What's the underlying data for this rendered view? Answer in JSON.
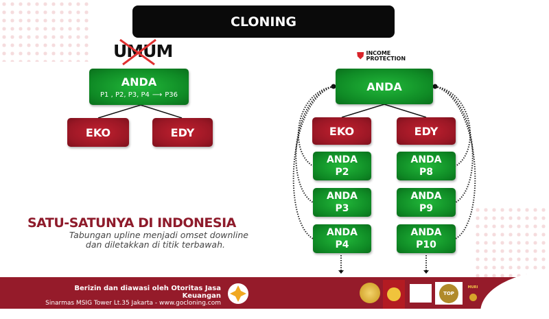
{
  "title": "CLONING",
  "left": {
    "crossed_label": "UMUM",
    "root": {
      "label": "ANDA",
      "sub": "P1 , P2, P3, P4",
      "target": "P36"
    },
    "children": [
      "EKO",
      "EDY"
    ]
  },
  "right": {
    "badge": {
      "line1": "INCOME",
      "line2": "PROTECTION"
    },
    "root": "ANDA",
    "children": [
      "EKO",
      "EDY"
    ],
    "col1": [
      {
        "l1": "ANDA",
        "l2": "P2"
      },
      {
        "l1": "ANDA",
        "l2": "P3"
      },
      {
        "l1": "ANDA",
        "l2": "P4"
      }
    ],
    "col2": [
      {
        "l1": "ANDA",
        "l2": "P8"
      },
      {
        "l1": "ANDA",
        "l2": "P9"
      },
      {
        "l1": "ANDA",
        "l2": "P10"
      }
    ]
  },
  "tagline": {
    "heading": "SATU-SATUNYA DI INDONESIA",
    "line1": "Tabungan upline menjadi omset downline",
    "line2": "dan diletakkan di titik terbawah."
  },
  "footer": {
    "line1": "Berizin dan diawasi oleh Otoritas Jasa Keuangan",
    "line2": "Sinarmas MSIG Tower Lt.35 Jakarta - www.gocloning.com",
    "award_muri": "MURI",
    "award_top": "TOP"
  },
  "colors": {
    "green": "#12912a",
    "red": "#9a1725",
    "footer": "#951b2a"
  }
}
